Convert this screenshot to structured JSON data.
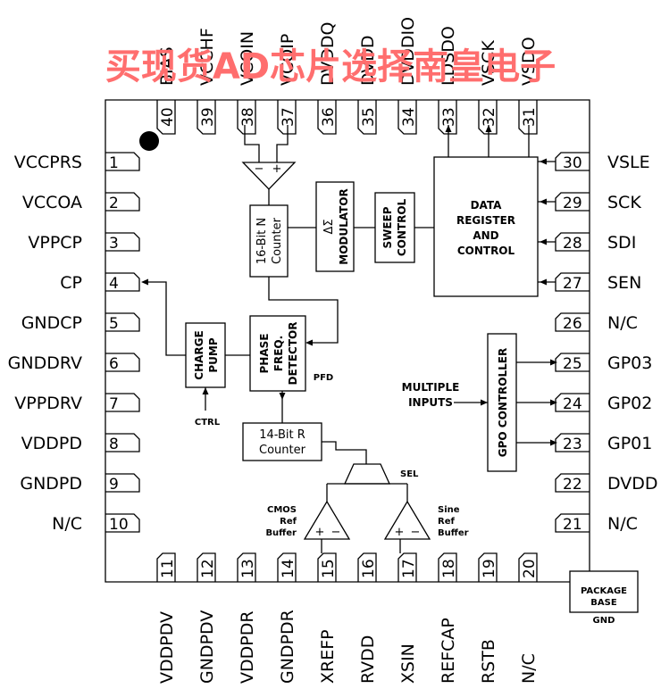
{
  "watermark": "买现货AD芯片选择南皇电子",
  "pins_left": [
    {
      "num": "1",
      "name": "VCCPRS"
    },
    {
      "num": "2",
      "name": "VCCOA"
    },
    {
      "num": "3",
      "name": "VPPCP"
    },
    {
      "num": "4",
      "name": "CP"
    },
    {
      "num": "5",
      "name": "GNDCP"
    },
    {
      "num": "6",
      "name": "GNDDRV"
    },
    {
      "num": "7",
      "name": "VPPDRV"
    },
    {
      "num": "8",
      "name": "VDDPD"
    },
    {
      "num": "9",
      "name": "GNDPD"
    },
    {
      "num": "10",
      "name": "N/C"
    }
  ],
  "pins_right": [
    {
      "num": "30",
      "name": "VSLE"
    },
    {
      "num": "29",
      "name": "SCK"
    },
    {
      "num": "28",
      "name": "SDI"
    },
    {
      "num": "27",
      "name": "SEN"
    },
    {
      "num": "26",
      "name": "N/C"
    },
    {
      "num": "25",
      "name": "GP03"
    },
    {
      "num": "24",
      "name": "GP02"
    },
    {
      "num": "23",
      "name": "GP01"
    },
    {
      "num": "22",
      "name": "DVDD"
    },
    {
      "num": "21",
      "name": "N/C"
    }
  ],
  "pins_top": [
    {
      "num": "40",
      "name": "BIAS"
    },
    {
      "num": "39",
      "name": "VCCHF"
    },
    {
      "num": "38",
      "name": "VCOIN"
    },
    {
      "num": "37",
      "name": "VCOIP"
    },
    {
      "num": "36",
      "name": "DVDDQ"
    },
    {
      "num": "35",
      "name": "DVDD"
    },
    {
      "num": "34",
      "name": "DVDDIO"
    },
    {
      "num": "33",
      "name": "LDSDO"
    },
    {
      "num": "32",
      "name": "VSCK"
    },
    {
      "num": "31",
      "name": "VSDO"
    }
  ],
  "pins_bottom": [
    {
      "num": "11",
      "name": "VDDPDV"
    },
    {
      "num": "12",
      "name": "GNDPDV"
    },
    {
      "num": "13",
      "name": "VDDPDR"
    },
    {
      "num": "14",
      "name": "GNDPDR"
    },
    {
      "num": "15",
      "name": "XREFP"
    },
    {
      "num": "16",
      "name": "RVDD"
    },
    {
      "num": "17",
      "name": "XSIN"
    },
    {
      "num": "18",
      "name": "REFCAP"
    },
    {
      "num": "19",
      "name": "RSTB"
    },
    {
      "num": "20",
      "name": "N/C"
    }
  ],
  "blocks": {
    "data_register": [
      "DATA",
      "REGISTER",
      "AND",
      "CONTROL"
    ],
    "sweep_control": [
      "SWEEP",
      "CONTROL"
    ],
    "modulator": [
      "ΔΣ",
      "MODULATOR"
    ],
    "n_counter": [
      "16-Bit N",
      "Counter"
    ],
    "phase_detector": [
      "PHASE",
      "FREQ.",
      "DETECTOR"
    ],
    "charge_pump": [
      "CHARGE",
      "PUMP"
    ],
    "r_counter": [
      "14-Bit R",
      "Counter"
    ],
    "gpo_controller": "GPO CONTROLLER",
    "package_base": [
      "PACKAGE",
      "BASE"
    ]
  },
  "labels": {
    "multiple_inputs": [
      "MULTIPLE",
      "INPUTS"
    ],
    "pfd": "PFD",
    "ctrl": "CTRL",
    "sel": "SEL",
    "cmos_ref_buffer": [
      "CMOS",
      "Ref",
      "Buffer"
    ],
    "sine_ref_buffer": [
      "Sine",
      "Ref",
      "Buffer"
    ],
    "gnd": "GND",
    "minus": "−",
    "plus": "+"
  }
}
